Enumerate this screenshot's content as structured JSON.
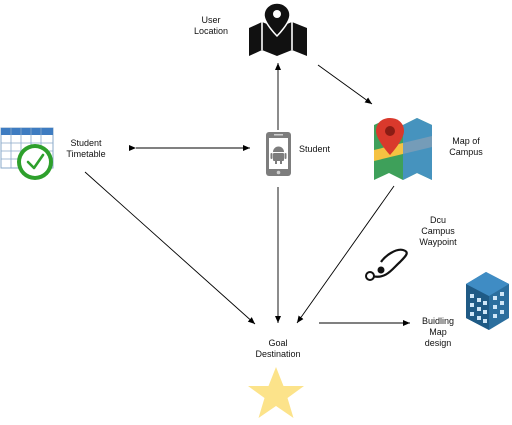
{
  "nodes": {
    "user_location": {
      "lines": [
        "User",
        "Location"
      ],
      "icon": "map-pin-icon"
    },
    "student": {
      "lines": [
        "Student"
      ],
      "icon": "android-phone-icon"
    },
    "timetable": {
      "lines": [
        "Student",
        "Timetable"
      ],
      "icon": "calendar-clock-icon"
    },
    "campus_map": {
      "lines": [
        "Map of",
        "Campus"
      ],
      "icon": "google-maps-icon"
    },
    "waypoint": {
      "lines": [
        "Dcu",
        "Campus",
        "Waypoint"
      ],
      "icon": "route-icon"
    },
    "building": {
      "lines": [
        "Buidling",
        "Map",
        "design"
      ],
      "icon": "building-icon"
    },
    "goal": {
      "lines": [
        "Goal",
        "Destination"
      ],
      "icon": "star-icon"
    }
  },
  "colors": {
    "line": "#000000",
    "star": "#fce38a",
    "building": "#2b6e9e",
    "clock": "#2ea02c",
    "pin_red": "#d9392c",
    "map_green": "#3ea05a",
    "map_yellow": "#f5c242",
    "map_blue": "#4a8fe0"
  }
}
